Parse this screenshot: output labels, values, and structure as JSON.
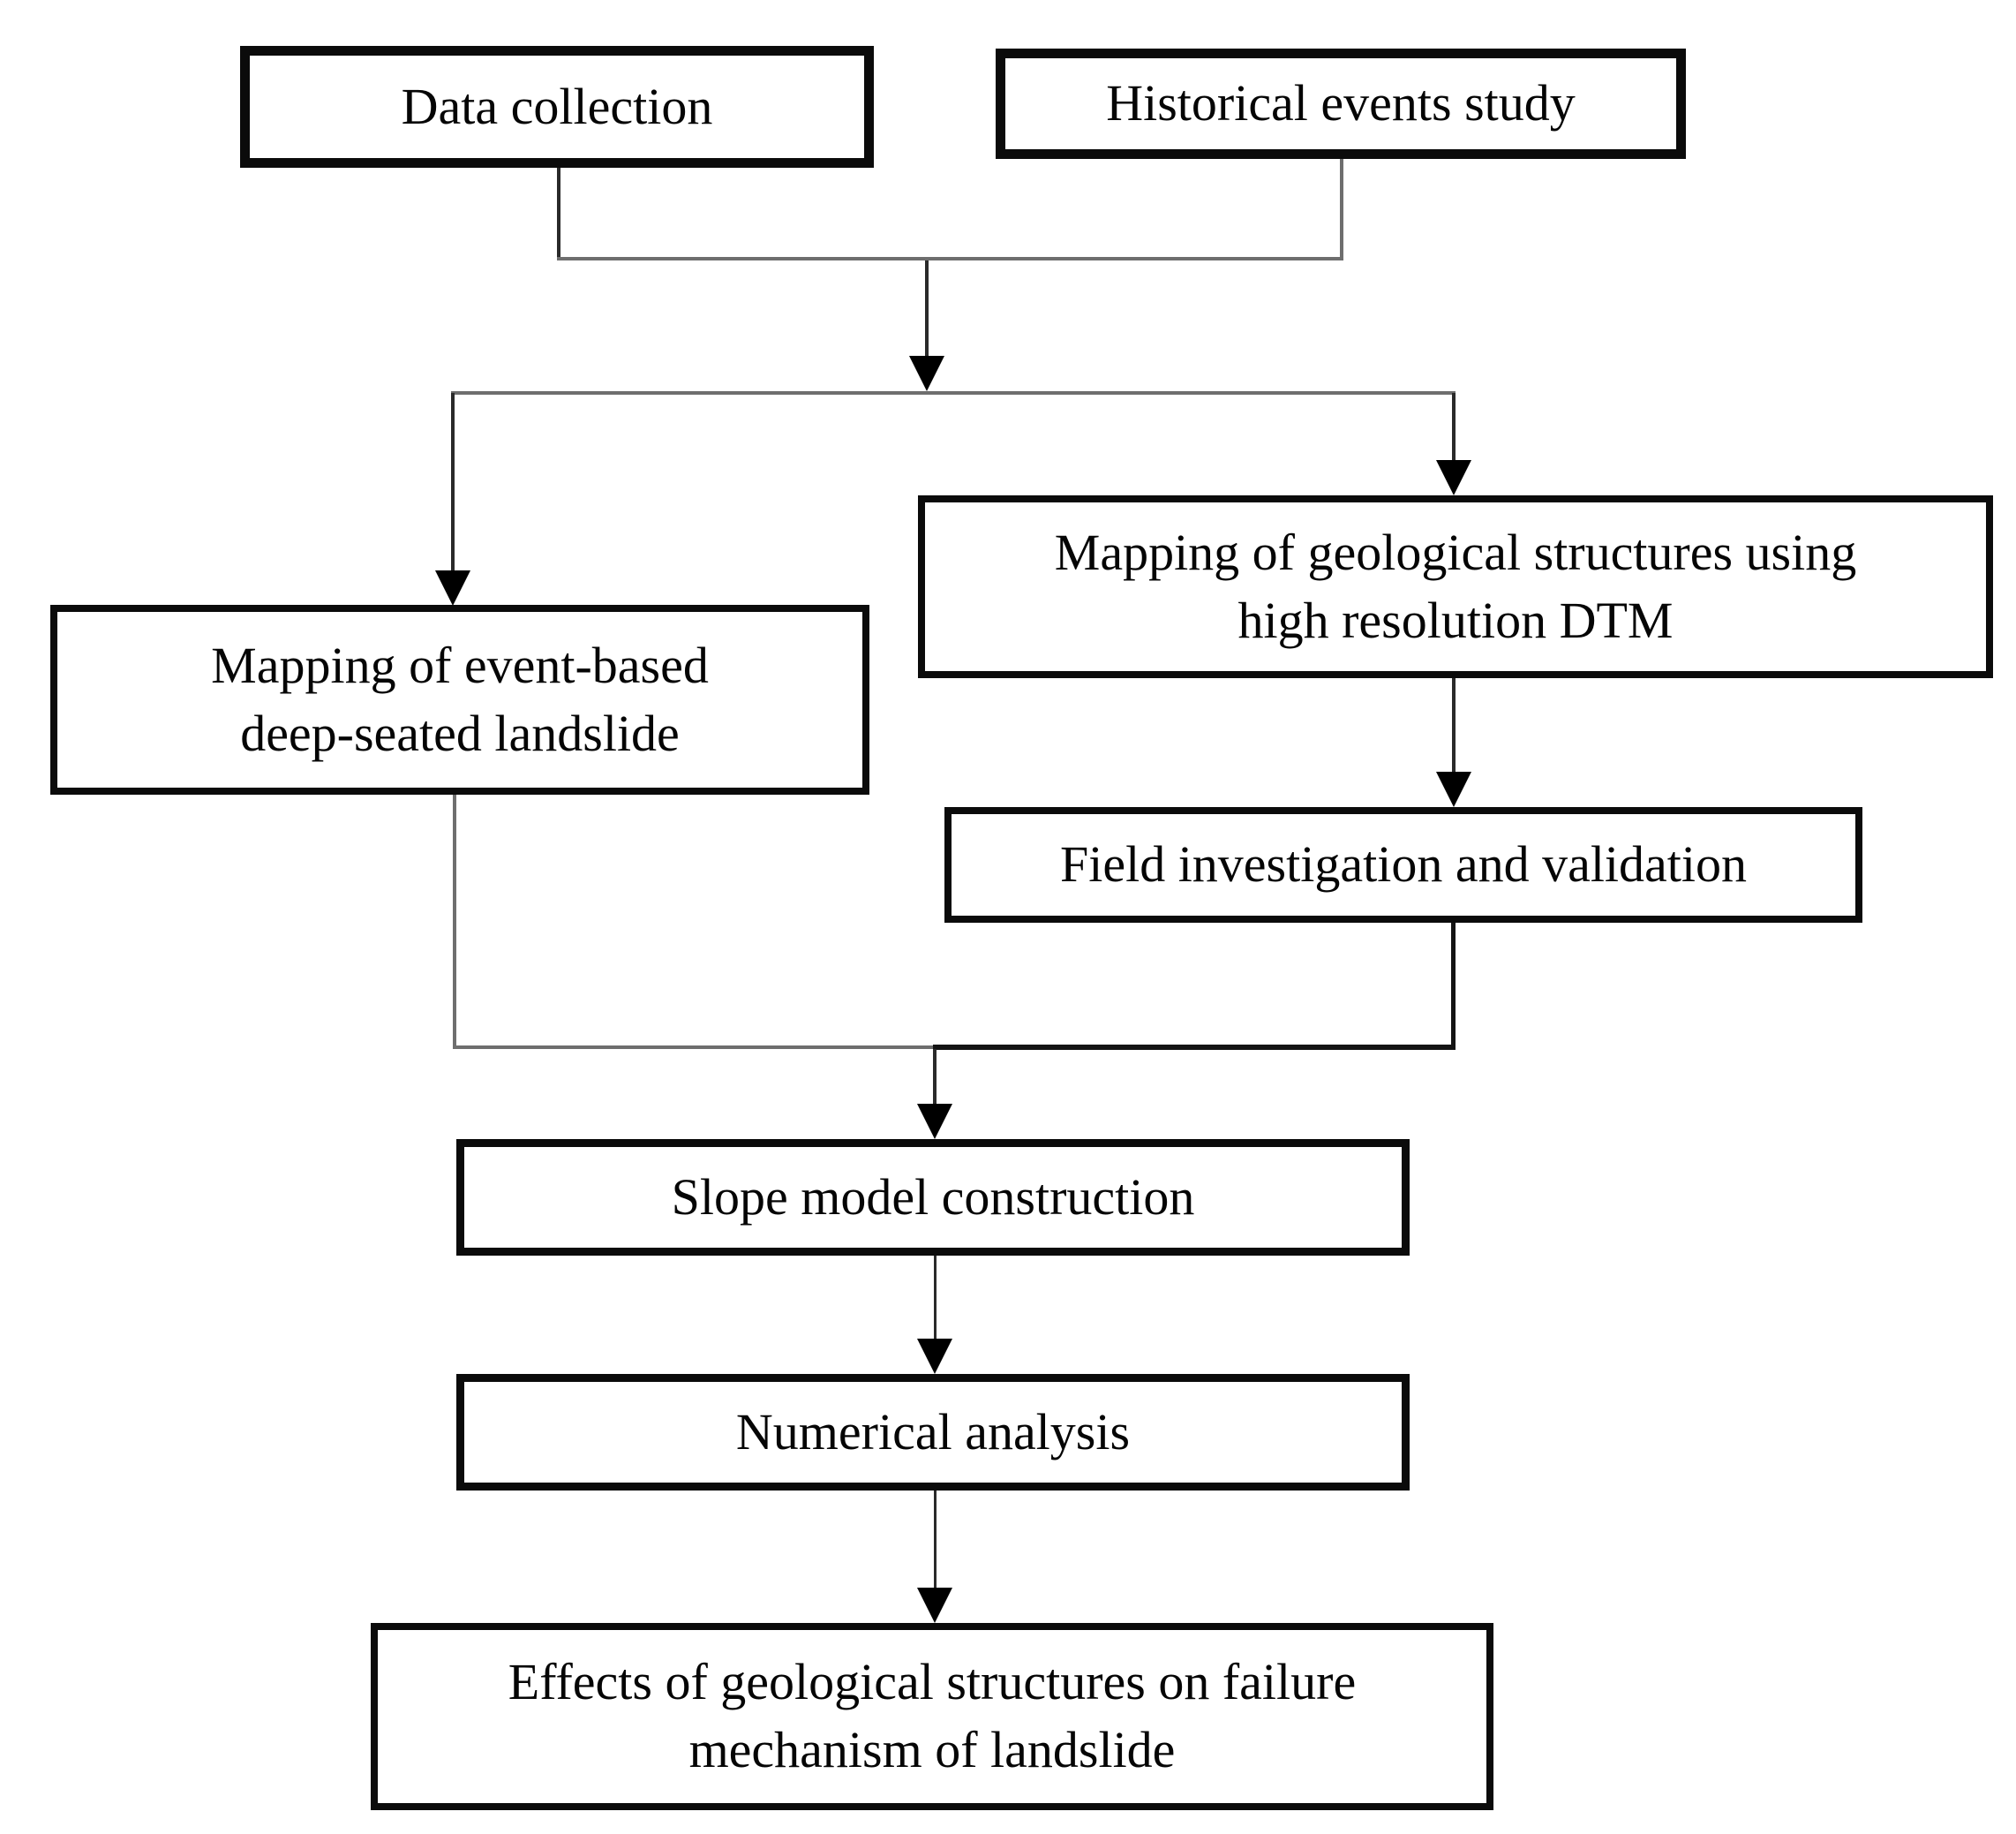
{
  "diagram": {
    "type": "flowchart",
    "background_color": "#ffffff",
    "box_fill_color": "#ffffff",
    "box_border_color": "#000000",
    "connector_gray_color": "#6e6e6e",
    "connector_dark_color": "#2a2a2a",
    "arrowhead_color": "#000000",
    "text_color": "#050505",
    "nodes": [
      {
        "id": "data-collection",
        "label": "Data collection"
      },
      {
        "id": "historical-events-study",
        "label": "Historical events study"
      },
      {
        "id": "mapping-event-based-landslide",
        "label": "Mapping of event-based\ndeep-seated landslide"
      },
      {
        "id": "mapping-geological-structures",
        "label": "Mapping of geological structures using\nhigh resolution DTM"
      },
      {
        "id": "field-investigation",
        "label": "Field investigation and validation"
      },
      {
        "id": "slope-model-construction",
        "label": "Slope model construction"
      },
      {
        "id": "numerical-analysis",
        "label": "Numerical analysis"
      },
      {
        "id": "effects-of-geological-structures",
        "label": "Effects of geological structures on failure\nmechanism of landslide"
      }
    ],
    "edges": [
      {
        "from": [
          "data-collection",
          "historical-events-study"
        ],
        "to": [
          "mapping-event-based-landslide",
          "mapping-geological-structures"
        ]
      },
      {
        "from": [
          "mapping-geological-structures"
        ],
        "to": [
          "field-investigation"
        ]
      },
      {
        "from": [
          "mapping-event-based-landslide",
          "field-investigation"
        ],
        "to": [
          "slope-model-construction"
        ]
      },
      {
        "from": [
          "slope-model-construction"
        ],
        "to": [
          "numerical-analysis"
        ]
      },
      {
        "from": [
          "numerical-analysis"
        ],
        "to": [
          "effects-of-geological-structures"
        ]
      }
    ]
  }
}
